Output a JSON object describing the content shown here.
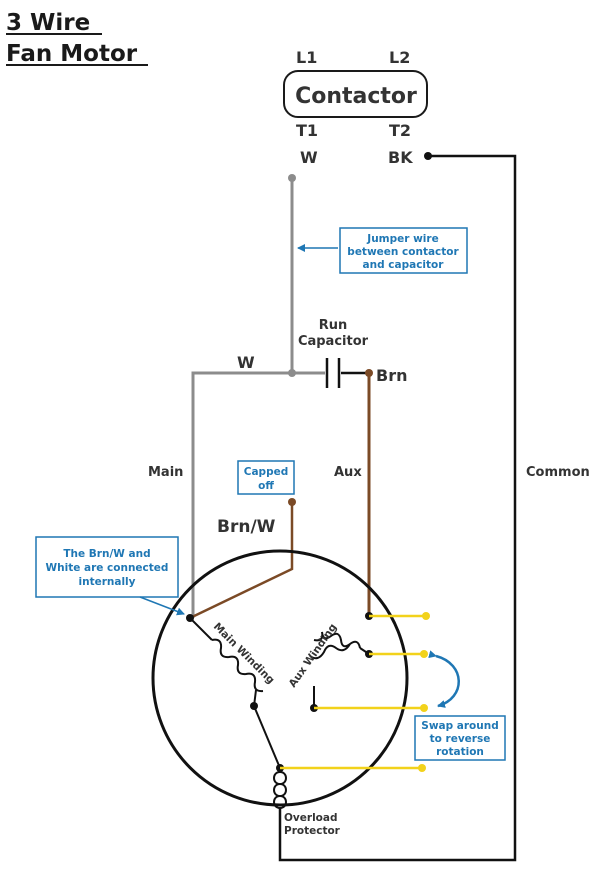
{
  "title": {
    "line1": "3 Wire",
    "line2": "Fan Motor"
  },
  "contactor": {
    "label": "Contactor",
    "l1": "L1",
    "l2": "L2",
    "t1": "T1",
    "t2": "T2",
    "wire_w": "W",
    "wire_bk": "BK"
  },
  "labels": {
    "run_capacitor_1": "Run",
    "run_capacitor_2": "Capacitor",
    "w_junction": "W",
    "brn": "Brn",
    "main": "Main",
    "aux": "Aux",
    "common": "Common",
    "brn_w": "Brn/W",
    "main_winding": "Main Winding",
    "aux_winding": "Aux Winding",
    "overload_1": "Overload",
    "overload_2": "Protector"
  },
  "notes": {
    "jumper_1": "Jumper wire",
    "jumper_2": "between contactor",
    "jumper_3": "and capacitor",
    "capped_1": "Capped",
    "capped_2": "off",
    "internal_1": "The Brn/W and",
    "internal_2": "White are connected",
    "internal_3": "internally",
    "swap_1": "Swap around",
    "swap_2": "to reverse",
    "swap_3": "rotation"
  },
  "colors": {
    "white_wire": "#8c8c8c",
    "brown_wire": "#7b4a26",
    "black_wire": "#111111",
    "yellow_wire": "#f2d21b",
    "note_blue": "#1f77b4"
  }
}
